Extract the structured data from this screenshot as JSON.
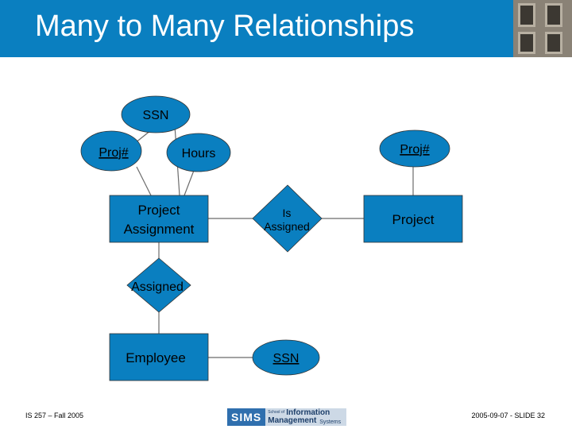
{
  "slide": {
    "title": "Many to Many Relationships",
    "footer_left": "IS 257 – Fall 2005",
    "footer_right": "2005-09-07 - SLIDE 32"
  },
  "logo": {
    "sims": "SIMS",
    "school_of": "School of",
    "information": "Information",
    "management": "Management",
    "systems": "Systems"
  },
  "diagram": {
    "attributes": {
      "ssn_top": "SSN",
      "proj_left": "Proj#",
      "hours": "Hours",
      "proj_right": "Proj#",
      "ssn_bottom": "SSN"
    },
    "entities": {
      "project_assignment_line1": "Project",
      "project_assignment_line2": "Assignment",
      "project": "Project",
      "employee": "Employee"
    },
    "relationships": {
      "is_assigned_line1": "Is",
      "is_assigned_line2": "Assigned",
      "assigned": "Assigned"
    },
    "colors": {
      "shape_fill": "#0a7fc0",
      "line": "#6b6b6b",
      "header": "#0a7fc0"
    }
  }
}
